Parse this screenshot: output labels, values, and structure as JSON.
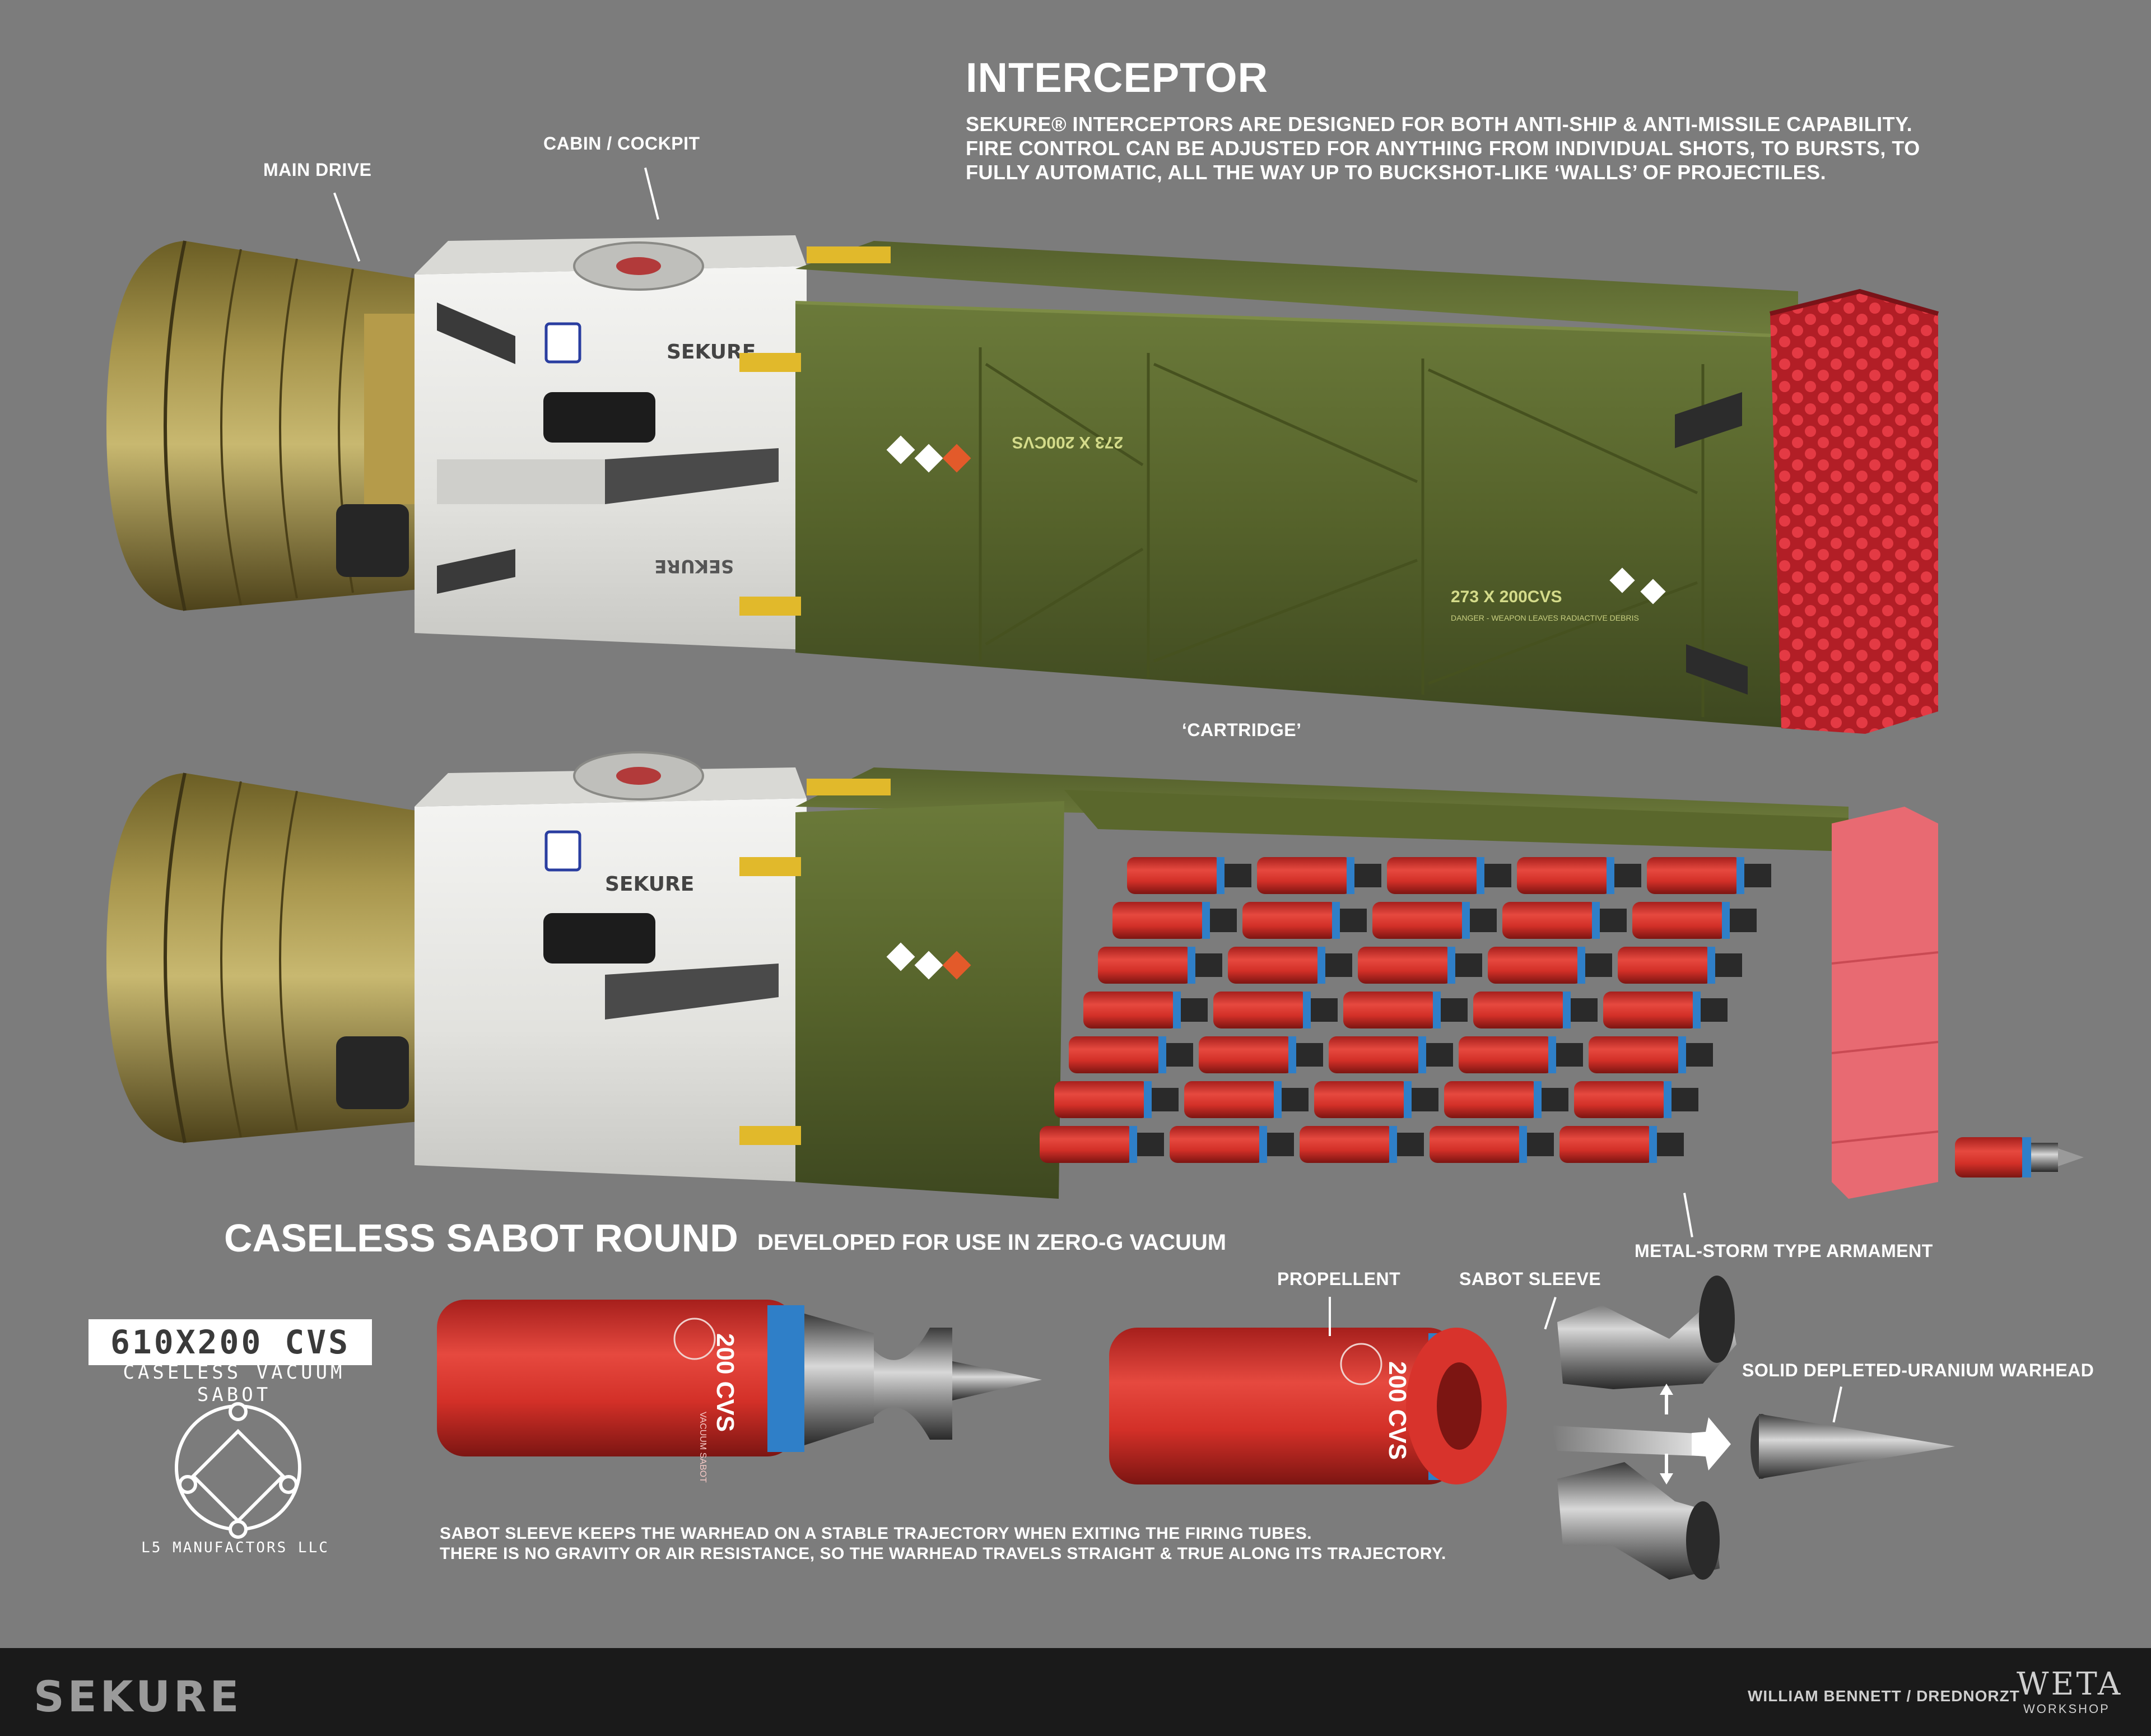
{
  "interceptor": {
    "title": "INTERCEPTOR",
    "description": [
      "SEKURE® INTERCEPTORS ARE DESIGNED FOR BOTH ANTI-SHIP & ANTI-MISSILE CAPABILITY.",
      "FIRE CONTROL CAN BE ADJUSTED FOR ANYTHING FROM INDIVIDUAL SHOTS, TO BURSTS, TO",
      "FULLY AUTOMATIC, ALL THE WAY UP TO BUCKSHOT-LIKE ‘WALLS’ OF PROJECTILES."
    ]
  },
  "callouts": {
    "main_drive": "MAIN DRIVE",
    "cabin": "CABIN / COCKPIT",
    "cartridge": "‘CARTRIDGE’",
    "metal_storm": "METAL-STORM TYPE ARMAMENT",
    "propellent": "PROPELLENT",
    "sabot_sleeve": "SABOT SLEEVE",
    "warhead": "SOLID DEPLETED-URANIUM WARHEAD"
  },
  "vessel_markings": {
    "brand": "SEKURE",
    "code": "273 X 200CVS",
    "warning": "DANGER - WEAPON LEAVES RADIACTIVE DEBRIS"
  },
  "sabot_section": {
    "title": "CASELESS SABOT ROUND",
    "subtitle": "DEVELOPED FOR USE IN ZERO-G VACUUM",
    "note": [
      "SABOT SLEEVE KEEPS THE WARHEAD ON A STABLE TRAJECTORY WHEN EXITING THE FIRING TUBES.",
      "THERE IS NO GRAVITY OR AIR RESISTANCE, SO THE WARHEAD TRAVELS STRAIGHT & TRUE ALONG ITS TRAJECTORY."
    ],
    "round_label": "200 CVS",
    "round_sublabel": "VACUUM SABOT"
  },
  "spec_badge": {
    "code": "610X200 CVS",
    "name": "CASELESS VACUUM SABOT",
    "maker": "L5 MANUFACTORS LLC"
  },
  "footer": {
    "brand": "SEKURE",
    "credit": "WILLIAM BENNETT / DREDNORZT",
    "studio": "WETA",
    "studio_sub": "WORKSHOP"
  },
  "colors": {
    "background": "#7c7c7c",
    "hull_green": "#5d6a2f",
    "cabin_white": "#e9e9e6",
    "drive_brass": "#8a7a38",
    "nose_red": "#c8313a",
    "round_red": "#d8332c",
    "round_blue": "#2f7fc8",
    "footer": "#1a1a1a"
  }
}
